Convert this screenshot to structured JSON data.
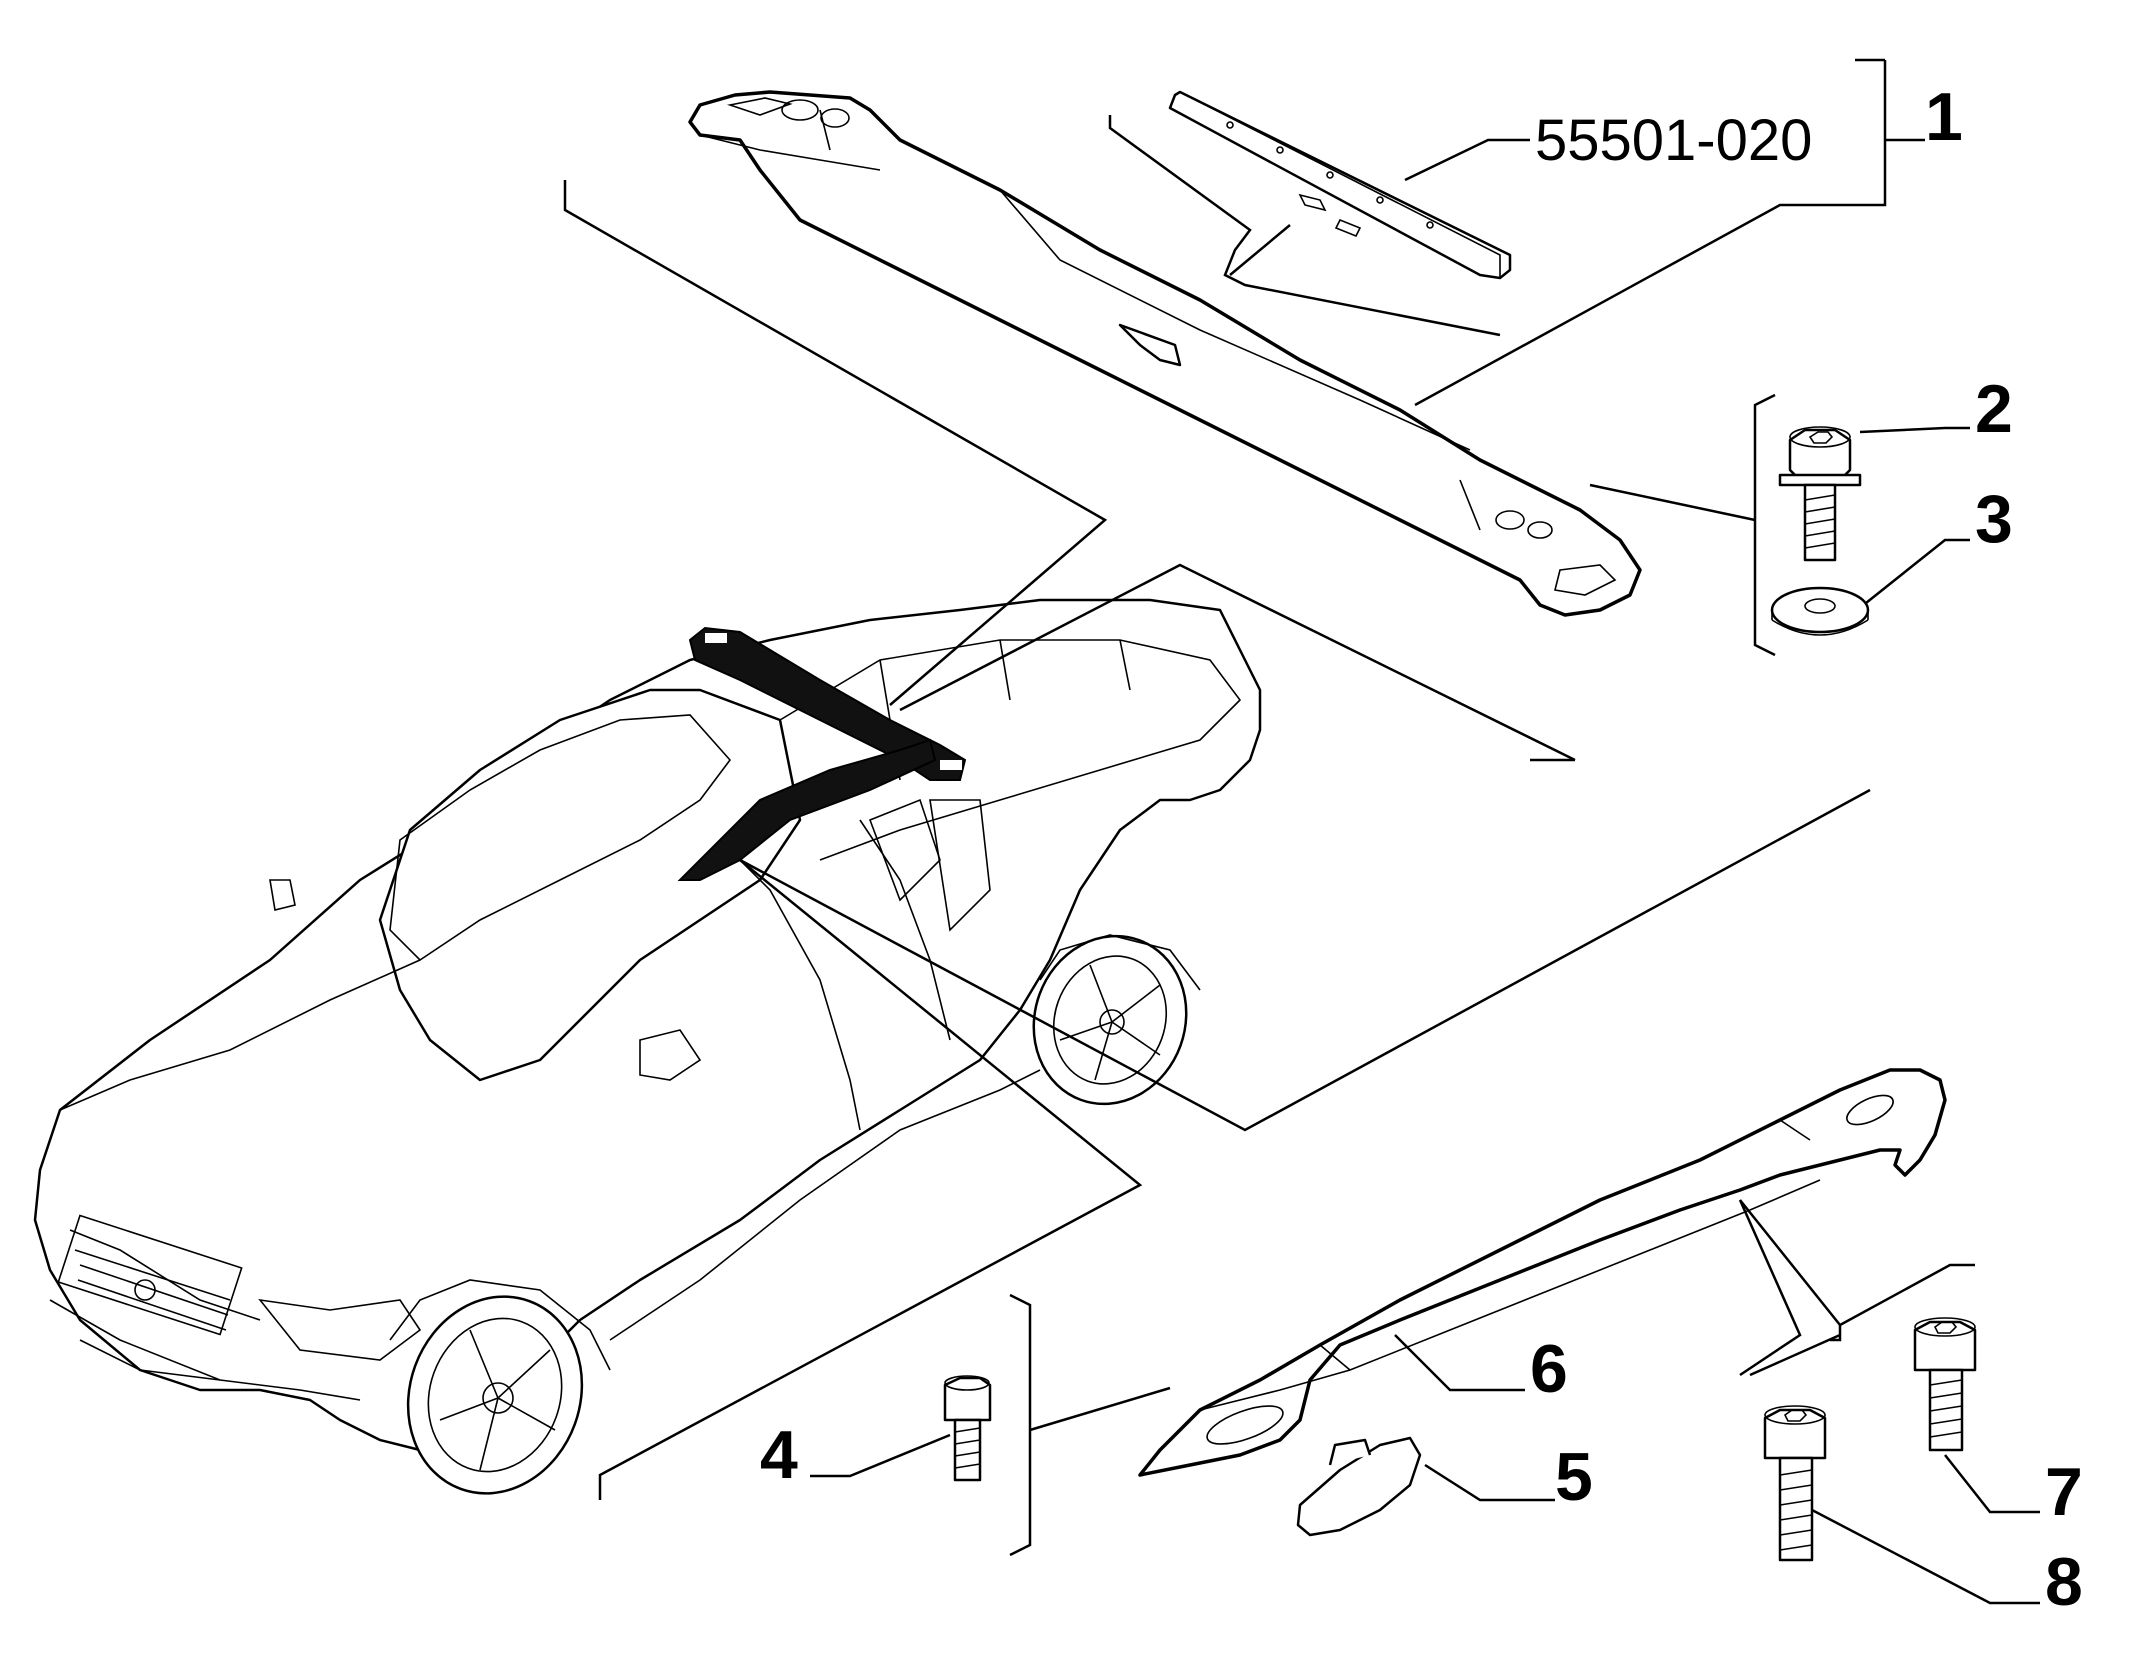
{
  "diagram": {
    "part_number": "55501-020",
    "callouts": [
      {
        "id": "1",
        "label": "1"
      },
      {
        "id": "2",
        "label": "2"
      },
      {
        "id": "3",
        "label": "3"
      },
      {
        "id": "4",
        "label": "4"
      },
      {
        "id": "5",
        "label": "5"
      },
      {
        "id": "6",
        "label": "6"
      },
      {
        "id": "7",
        "label": "7"
      },
      {
        "id": "8",
        "label": "8"
      }
    ]
  }
}
